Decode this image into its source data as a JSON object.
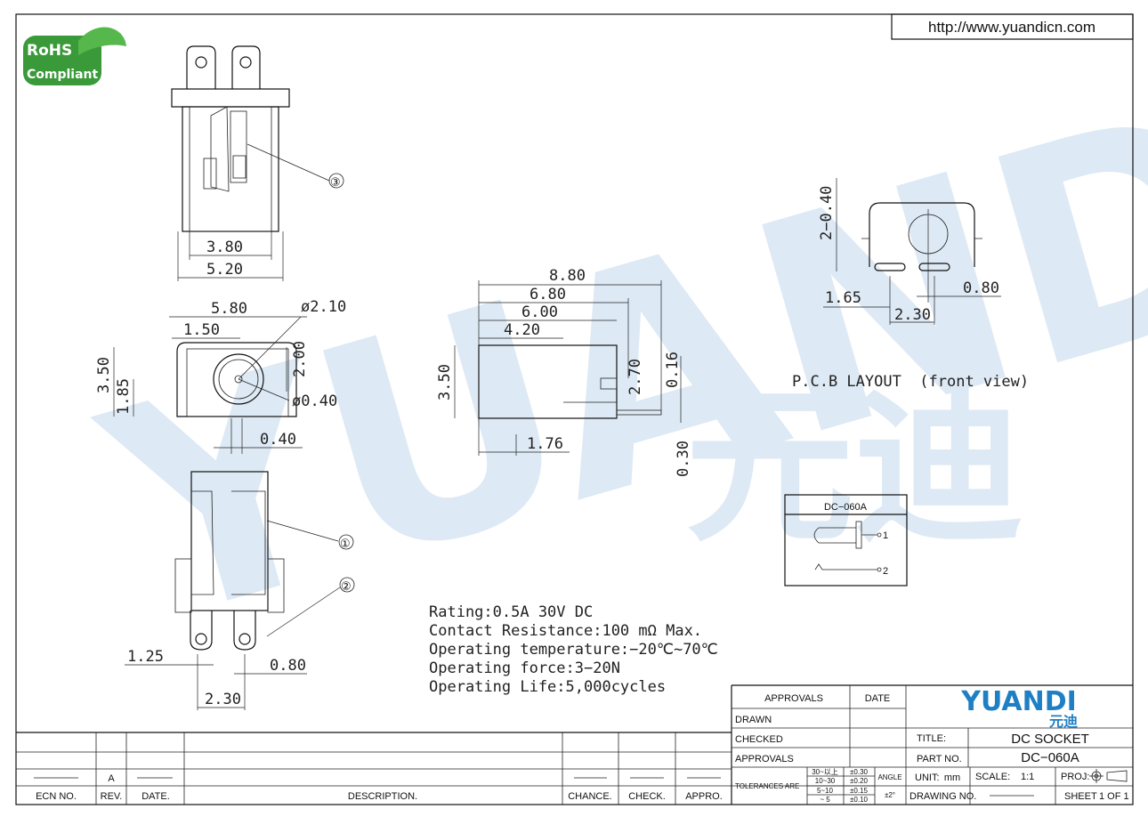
{
  "header": {
    "url": "http://www.yuandicn.com"
  },
  "badge": {
    "rohs": "RoHS",
    "compliant": "Compliant"
  },
  "watermark": {
    "latin": "YUANDI",
    "cjk": "元迪"
  },
  "top_view": {
    "dims": [
      "3.80",
      "5.20"
    ],
    "callout": "③"
  },
  "front_view": {
    "dims": [
      "5.80",
      "1.50",
      "3.50",
      "1.85",
      "2.00",
      "0.40",
      "ø2.10",
      "ø0.40"
    ]
  },
  "side_view": {
    "dims": [
      "8.80",
      "6.80",
      "6.00",
      "4.20",
      "3.50",
      "2.70",
      "0.16",
      "1.76",
      "0.30"
    ]
  },
  "bottom_view": {
    "dims": [
      "1.25",
      "0.80",
      "2.30"
    ],
    "callouts": [
      "①",
      "②"
    ]
  },
  "pcb": {
    "dims": [
      "2−0.40",
      "1.65",
      "0.80",
      "2.30"
    ],
    "caption": "P.C.B LAYOUT  (front view)"
  },
  "schematic": {
    "title": "DC−060A",
    "pins": [
      "1",
      "2"
    ]
  },
  "specs": [
    "Rating:0.5A 30V DC",
    "Contact Resistance:100 mΩ Max.",
    "Operating temperature:−20℃~70℃",
    "Operating force:3−20N",
    "Operating Life:5,000cycles"
  ],
  "revision": {
    "rev": "A",
    "headers": [
      "ECN NO.",
      "REV.",
      "DATE.",
      "DESCRIPTION.",
      "CHANCE.",
      "CHECK.",
      "APPRO."
    ]
  },
  "title_block": {
    "approvals": "APPROVALS",
    "date": "DATE",
    "drawn": "DRAWN",
    "checked": "CHECKED",
    "approvals2": "APPROVALS",
    "tolerances": "TOLERANCES ARE",
    "tol_ranges": [
      "30~以上",
      "10~30",
      "5~10",
      "~ 5"
    ],
    "tol_values": [
      "±0.30",
      "±0.20",
      "±0.15",
      "±0.10"
    ],
    "angle": "ANGLE",
    "angle_value": "±2°",
    "logo": "YUANDI",
    "logo_cjk": "元迪",
    "title_label": "TITLE:",
    "title": "DC SOCKET",
    "part_label": "PART NO.",
    "part": "DC−060A",
    "unit_label": "UNIT:",
    "unit": "mm",
    "scale_label": "SCALE:",
    "scale": "1:1",
    "proj_label": "PROJ:",
    "drawing_label": "DRAWING NO.",
    "sheet_label": "SHEET",
    "sheet": "1 OF 1"
  },
  "colors": {
    "watermark_blue": "#dbe8f3",
    "logo_blue": "#1f7fc4",
    "rohs_green": "#3a9a3a"
  }
}
